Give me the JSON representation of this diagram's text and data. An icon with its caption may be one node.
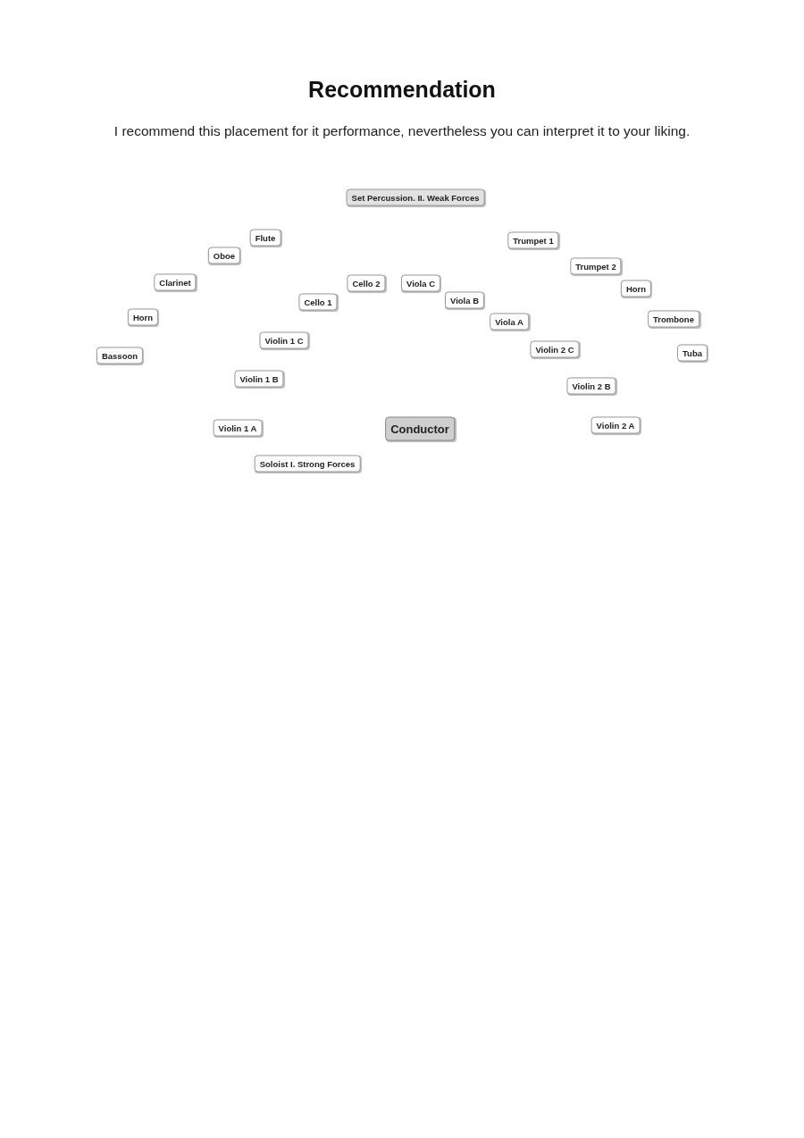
{
  "diagram": {
    "title": "Recommendation",
    "nodes": [
      {
        "text": [
          "Set Percussion. II. Weak Forces"
        ]
      },
      {
        "text": [
          "Flute"
        ]
      },
      {
        "text": [
          "Trumpet 1"
        ]
      },
      {
        "text": [
          "Oboe"
        ]
      },
      {
        "text": [
          "Trumpet 2"
        ]
      },
      {
        "text": [
          "Clarinet"
        ]
      },
      {
        "text": [
          "Cello 2"
        ]
      },
      {
        "text": [
          "Viola C"
        ]
      },
      {
        "text": [
          "Horn"
        ]
      },
      {
        "text": [
          "Cello 1"
        ]
      },
      {
        "text": [
          "Viola B"
        ]
      },
      {
        "text": [
          "Horn"
        ]
      },
      {
        "text": [
          "Trombone"
        ]
      },
      {
        "text": [
          "Viola A"
        ]
      },
      {
        "text": [
          "Violin 1 C"
        ]
      },
      {
        "text": [
          "Violin 2 C"
        ]
      },
      {
        "text": [
          "Bassoon"
        ]
      },
      {
        "text": [
          "Tuba"
        ]
      },
      {
        "text": [
          "Violin 1 B"
        ]
      },
      {
        "text": [
          "Violin 2 B"
        ]
      },
      {
        "text": [
          "Violin 2 A"
        ]
      },
      {
        "text": [
          "Violin 1 A"
        ]
      },
      {
        "text": [
          "Conductor"
        ]
      },
      {
        "text": [
          "Soloist I. Strong Forces"
        ]
      }
    ],
    "labels": [
      "I recommend this placement for it performance, nevertheless you can interpret it to your liking."
    ]
  }
}
